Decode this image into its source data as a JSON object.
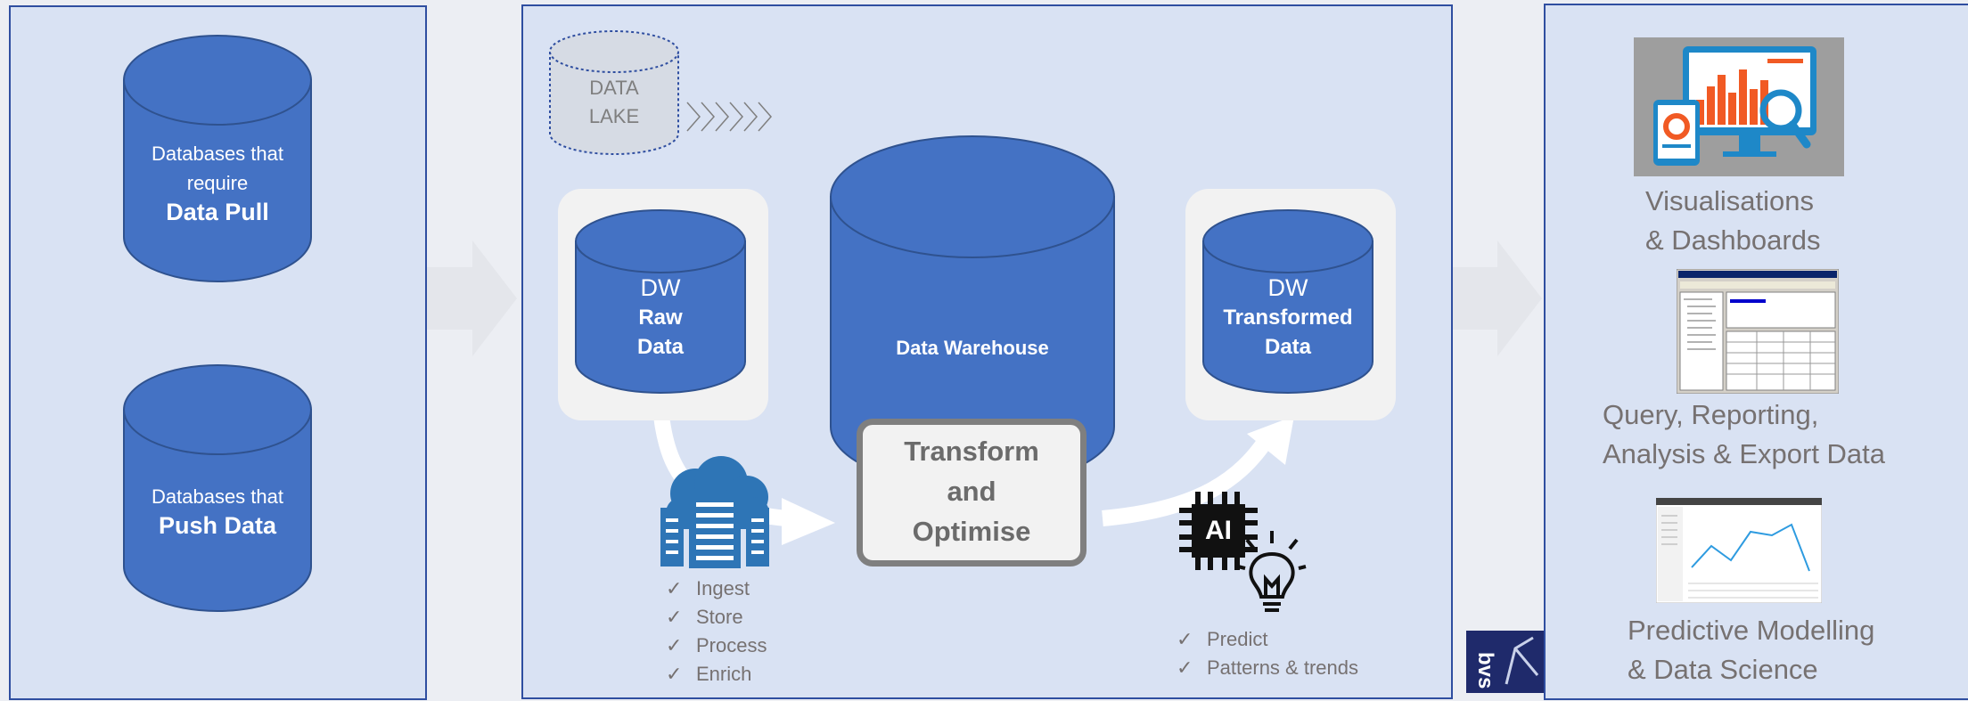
{
  "sources": {
    "pull_db": {
      "line1": "Databases that",
      "line2": "require",
      "bold": "Data Pull"
    },
    "push_db": {
      "line1": "Databases that",
      "bold": "Push Data"
    }
  },
  "warehouse": {
    "data_lake": {
      "line1": "DATA",
      "line2": "LAKE"
    },
    "raw": {
      "line1": "DW",
      "line2": "Raw",
      "line3": "Data"
    },
    "main": {
      "label": "Data Warehouse"
    },
    "transformed": {
      "line1": "DW",
      "line2": "Transformed",
      "line3": "Data"
    },
    "transform_box": {
      "line1": "Transform",
      "line2": "and",
      "line3": "Optimise"
    },
    "ai_label": "AI",
    "ingest_steps": [
      "Ingest",
      "Store",
      "Process",
      "Enrich"
    ],
    "predict_steps": [
      "Predict",
      "Patterns & trends"
    ],
    "check_mark": "✓"
  },
  "outputs": [
    {
      "line1": "Visualisations",
      "line2": "& Dashboards",
      "icon": "dashboard-devices-icon"
    },
    {
      "line1": "Query, Reporting,",
      "line2": "Analysis & Export Data",
      "icon": "query-tool-screenshot"
    },
    {
      "line1": "Predictive Modelling",
      "line2": "& Data Science",
      "icon": "line-chart-screenshot"
    }
  ],
  "colors": {
    "panel": "#d9e2f3",
    "panel_border": "#2f4ea0",
    "cylinder": "#4472c4",
    "cylinder_edge": "#2f528f",
    "caption": "#767171"
  }
}
